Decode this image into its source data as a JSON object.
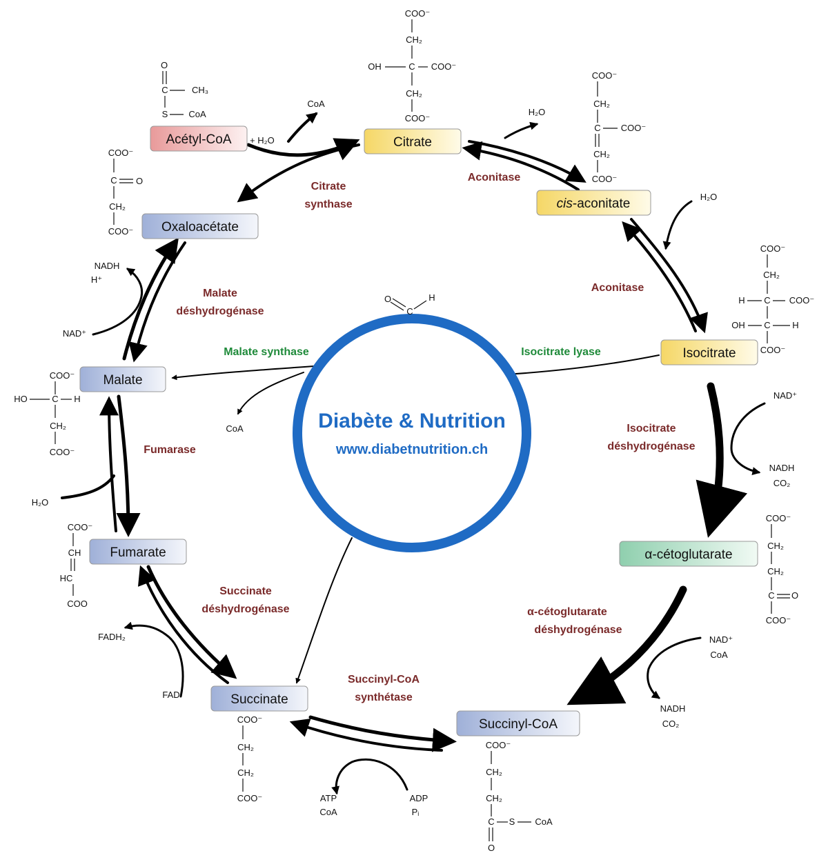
{
  "colors": {
    "yellow_box": "#f7e07a",
    "blue_box": "#9fb3d9",
    "pink_box": "#e9a0a0",
    "green_box": "#9fd2b4",
    "enzyme_text": "#7a2a2a",
    "glyoxylate_text": "#1f8a3a",
    "brand": "#1f6bc4"
  },
  "brand": {
    "name": "Diabète & Nutrition",
    "url": "www.diabetnutrition.ch"
  },
  "metabolites": {
    "citrate": "Citrate",
    "cis_aconitate_prefix": "cis",
    "cis_aconitate_suffix": "-aconitate",
    "isocitrate": "Isocitrate",
    "alpha_ketoglutarate": "α-cétoglutarate",
    "succinyl_coa": "Succinyl-CoA",
    "succinate": "Succinate",
    "fumarate": "Fumarate",
    "malate": "Malate",
    "oxaloacetate": "Oxaloacétate",
    "acetyl_coa": "Acétyl-CoA"
  },
  "enzymes": {
    "citrate_synthase_1": "Citrate",
    "citrate_synthase_2": "synthase",
    "aconitase_top": "Aconitase",
    "aconitase_right": "Aconitase",
    "idh_1": "Isocitrate",
    "idh_2": "déshydrogénase",
    "akgdh_1": "α-cétoglutarate",
    "akgdh_2": "déshydrogénase",
    "scs_1": "Succinyl-CoA",
    "scs_2": "synthétase",
    "sdh_1": "Succinate",
    "sdh_2": "déshydrogénase",
    "fumarase": "Fumarase",
    "mdh_1": "Malate",
    "mdh_2": "déshydrogénase",
    "malate_synthase": "Malate synthase",
    "isocitrate_lyase": "Isocitrate lyase"
  },
  "cofactors": {
    "coa_top": "CoA",
    "h2o_acetyl": "+ H₂O",
    "h2o_aconitase_top": "H₂O",
    "h2o_aconitase_right": "H₂O",
    "nad_idh": "NAD⁺",
    "nadh_idh": "NADH",
    "co2_idh": "CO₂",
    "nad_akg": "NAD⁺",
    "coa_akg": "CoA",
    "nadh_akg": "NADH",
    "co2_akg": "CO₂",
    "atp": "ATP",
    "coa_scs": "CoA",
    "adp": "ADP",
    "pi": "Pᵢ",
    "fadh2": "FADH₂",
    "fad": "FAD",
    "h2o_fumarase": "H₂O",
    "nadh_mdh": "NADH",
    "h_mdh": "H⁺",
    "nad_mdh": "NAD⁺",
    "coa_malate_synthase": "CoA"
  },
  "structures": {
    "coo": "COO⁻",
    "ch2": "CH₂",
    "ch3": "CH₃",
    "oh": "OH",
    "h": "H",
    "c": "C",
    "o": "O",
    "s": "S",
    "coa": "CoA",
    "ch": "CH",
    "hc": "HC",
    "coo_neutral": "COO",
    "ho": "HO"
  }
}
